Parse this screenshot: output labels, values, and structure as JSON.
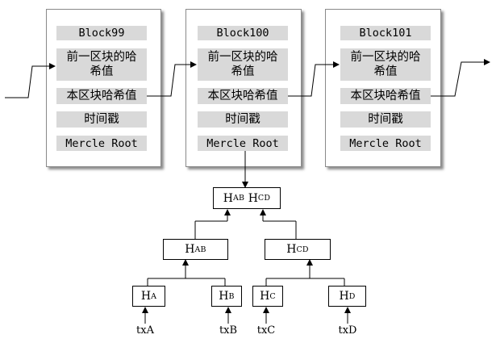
{
  "blocks": [
    {
      "title": "Block99",
      "prev_hash": "前一区块的哈希值",
      "own_hash": "本区块哈希值",
      "timestamp": "时间戳",
      "root": "Mercle Root"
    },
    {
      "title": "Block100",
      "prev_hash": "前一区块的哈希值",
      "own_hash": "本区块哈希值",
      "timestamp": "时间戳",
      "root": "Mercle Root"
    },
    {
      "title": "Block101",
      "prev_hash": "前一区块的哈希值",
      "own_hash": "本区块哈希值",
      "timestamp": "时间戳",
      "root": "Mercle Root"
    }
  ],
  "tree": {
    "root": {
      "h1": "H",
      "s1": "AB",
      "h2": "H",
      "s2": "CD"
    },
    "ab": {
      "h": "H",
      "s": "AB"
    },
    "cd": {
      "h": "H",
      "s": "CD"
    },
    "a": {
      "h": "H",
      "s": "A"
    },
    "b": {
      "h": "H",
      "s": "B"
    },
    "c": {
      "h": "H",
      "s": "C"
    },
    "d": {
      "h": "H",
      "s": "D"
    }
  },
  "transactions": {
    "a": "txA",
    "b": "txB",
    "c": "txC",
    "d": "txD"
  }
}
